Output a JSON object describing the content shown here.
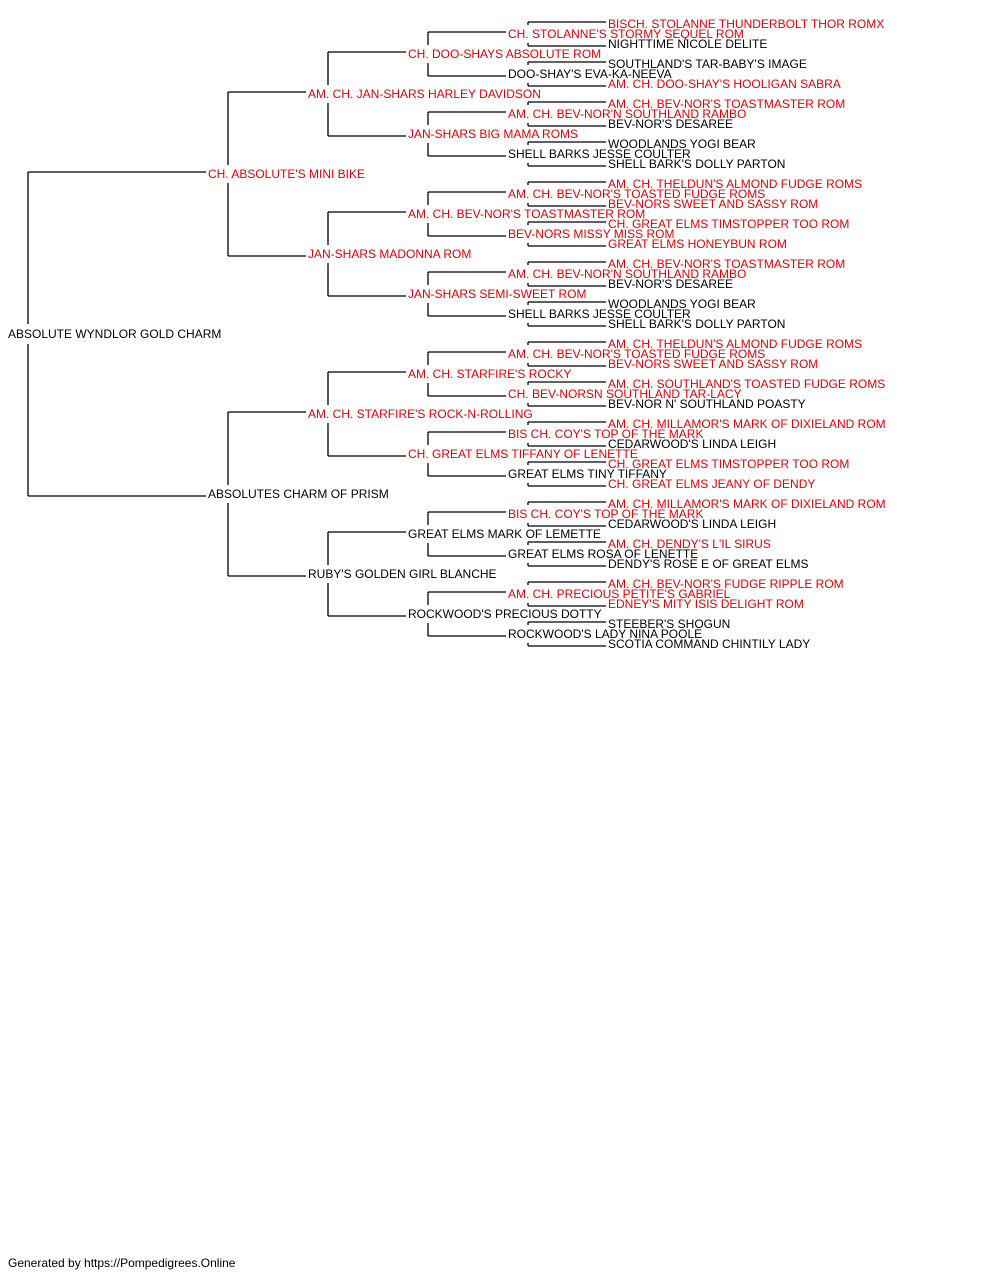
{
  "colors": {
    "champion": "#e00000",
    "normal": "#000000",
    "line": "#000000"
  },
  "footer": "Generated by https://Pompedigrees.Online",
  "pedigree": {
    "name": "ABSOLUTE WYNDLOR GOLD CHARM",
    "red": false,
    "sire": {
      "name": "CH. ABSOLUTE'S MINI BIKE",
      "red": true,
      "sire": {
        "name": "AM. CH. JAN-SHARS HARLEY DAVIDSON",
        "red": true,
        "sire": {
          "name": "CH. DOO-SHAYS ABSOLUTE ROM",
          "red": true,
          "sire": {
            "name": "CH. STOLANNE'S STORMY SEQUEL ROM",
            "red": true,
            "sire": {
              "name": "BISCH. STOLANNE THUNDERBOLT THOR ROMX",
              "red": true
            },
            "dam": {
              "name": "NIGHTTIME NICOLE DELITE",
              "red": false
            }
          },
          "dam": {
            "name": "DOO-SHAY'S EVA-KA-NEEVA",
            "red": false,
            "sire": {
              "name": "SOUTHLAND'S TAR-BABY'S IMAGE",
              "red": false
            },
            "dam": {
              "name": "AM. CH. DOO-SHAY'S HOOLIGAN SABRA",
              "red": true
            }
          }
        },
        "dam": {
          "name": "JAN-SHARS BIG MAMA ROMS",
          "red": true,
          "sire": {
            "name": "AM. CH. BEV-NOR'N SOUTHLAND RAMBO",
            "red": true,
            "sire": {
              "name": "AM. CH. BEV-NOR'S TOASTMASTER ROM",
              "red": true
            },
            "dam": {
              "name": "BEV-NOR'S DESAREE",
              "red": false
            }
          },
          "dam": {
            "name": "SHELL BARKS JESSE COULTER",
            "red": false,
            "sire": {
              "name": "WOODLANDS YOGI BEAR",
              "red": false
            },
            "dam": {
              "name": "SHELL BARK'S DOLLY PARTON",
              "red": false
            }
          }
        }
      },
      "dam": {
        "name": "JAN-SHARS MADONNA ROM",
        "red": true,
        "sire": {
          "name": "AM. CH. BEV-NOR'S TOASTMASTER ROM",
          "red": true,
          "sire": {
            "name": "AM. CH. BEV-NOR'S TOASTED FUDGE ROMS",
            "red": true,
            "sire": {
              "name": "AM. CH. THELDUN'S ALMOND FUDGE ROMS",
              "red": true
            },
            "dam": {
              "name": "BEV-NORS SWEET AND SASSY ROM",
              "red": true
            }
          },
          "dam": {
            "name": "BEV-NORS MISSY MISS ROM",
            "red": true,
            "sire": {
              "name": "CH. GREAT ELMS TIMSTOPPER TOO ROM",
              "red": true
            },
            "dam": {
              "name": "GREAT ELMS HONEYBUN ROM",
              "red": true
            }
          }
        },
        "dam": {
          "name": "JAN-SHARS SEMI-SWEET ROM",
          "red": true,
          "sire": {
            "name": "AM. CH. BEV-NOR'N SOUTHLAND RAMBO",
            "red": true,
            "sire": {
              "name": "AM. CH. BEV-NOR'S TOASTMASTER ROM",
              "red": true
            },
            "dam": {
              "name": "BEV-NOR'S DESAREE",
              "red": false
            }
          },
          "dam": {
            "name": "SHELL BARKS JESSE COULTER",
            "red": false,
            "sire": {
              "name": "WOODLANDS YOGI BEAR",
              "red": false
            },
            "dam": {
              "name": "SHELL BARK'S DOLLY PARTON",
              "red": false
            }
          }
        }
      }
    },
    "dam": {
      "name": "ABSOLUTES CHARM OF PRISM",
      "red": false,
      "sire": {
        "name": "AM. CH. STARFIRE'S ROCK-N-ROLLING",
        "red": true,
        "sire": {
          "name": "AM. CH. STARFIRE'S ROCKY",
          "red": true,
          "sire": {
            "name": "AM. CH. BEV-NOR'S TOASTED FUDGE ROMS",
            "red": true,
            "sire": {
              "name": "AM. CH. THELDUN'S ALMOND FUDGE ROMS",
              "red": true
            },
            "dam": {
              "name": "BEV-NORS SWEET AND SASSY ROM",
              "red": true
            }
          },
          "dam": {
            "name": "CH. BEV-NORSN SOUTHLAND TAR-LACY",
            "red": true,
            "sire": {
              "name": "AM. CH. SOUTHLAND'S TOASTED FUDGE ROMS",
              "red": true
            },
            "dam": {
              "name": "BEV-NOR N' SOUTHLAND POASTY",
              "red": false
            }
          }
        },
        "dam": {
          "name": "CH. GREAT ELMS TIFFANY OF LENETTE",
          "red": true,
          "sire": {
            "name": "BIS CH. COY'S TOP OF THE MARK",
            "red": true,
            "sire": {
              "name": "AM. CH. MILLAMOR'S MARK OF DIXIELAND ROM",
              "red": true
            },
            "dam": {
              "name": "CEDARWOOD'S LINDA LEIGH",
              "red": false
            }
          },
          "dam": {
            "name": "GREAT ELMS TINY TIFFANY",
            "red": false,
            "sire": {
              "name": "CH. GREAT ELMS TIMSTOPPER TOO ROM",
              "red": true
            },
            "dam": {
              "name": "CH. GREAT ELMS JEANY OF DENDY",
              "red": true
            }
          }
        }
      },
      "dam": {
        "name": "RUBY'S GOLDEN GIRL BLANCHE",
        "red": false,
        "sire": {
          "name": "GREAT ELMS MARK OF LEMETTE",
          "red": false,
          "sire": {
            "name": "BIS CH. COY'S TOP OF THE MARK",
            "red": true,
            "sire": {
              "name": "AM. CH. MILLAMOR'S MARK OF DIXIELAND ROM",
              "red": true
            },
            "dam": {
              "name": "CEDARWOOD'S LINDA LEIGH",
              "red": false
            }
          },
          "dam": {
            "name": "GREAT ELMS ROSA OF LENETTE",
            "red": false,
            "sire": {
              "name": "AM. CH. DENDY'S L'IL SIRUS",
              "red": true
            },
            "dam": {
              "name": "DENDY'S ROSE E OF GREAT ELMS",
              "red": false
            }
          }
        },
        "dam": {
          "name": "ROCKWOOD'S PRECIOUS DOTTY",
          "red": false,
          "sire": {
            "name": "AM. CH. PRECIOUS PETITE'S GABRIEL",
            "red": true,
            "sire": {
              "name": "AM. CH. BEV-NOR'S FUDGE RIPPLE ROM",
              "red": true
            },
            "dam": {
              "name": "EDNEY'S MITY ISIS DELIGHT ROM",
              "red": true
            }
          },
          "dam": {
            "name": "ROCKWOOD'S LADY NINA POOLE",
            "red": false,
            "sire": {
              "name": "STEEBER'S SHOGUN",
              "red": false
            },
            "dam": {
              "name": "SCOTIA COMMAND CHINTILY LADY",
              "red": false
            }
          }
        }
      }
    }
  }
}
